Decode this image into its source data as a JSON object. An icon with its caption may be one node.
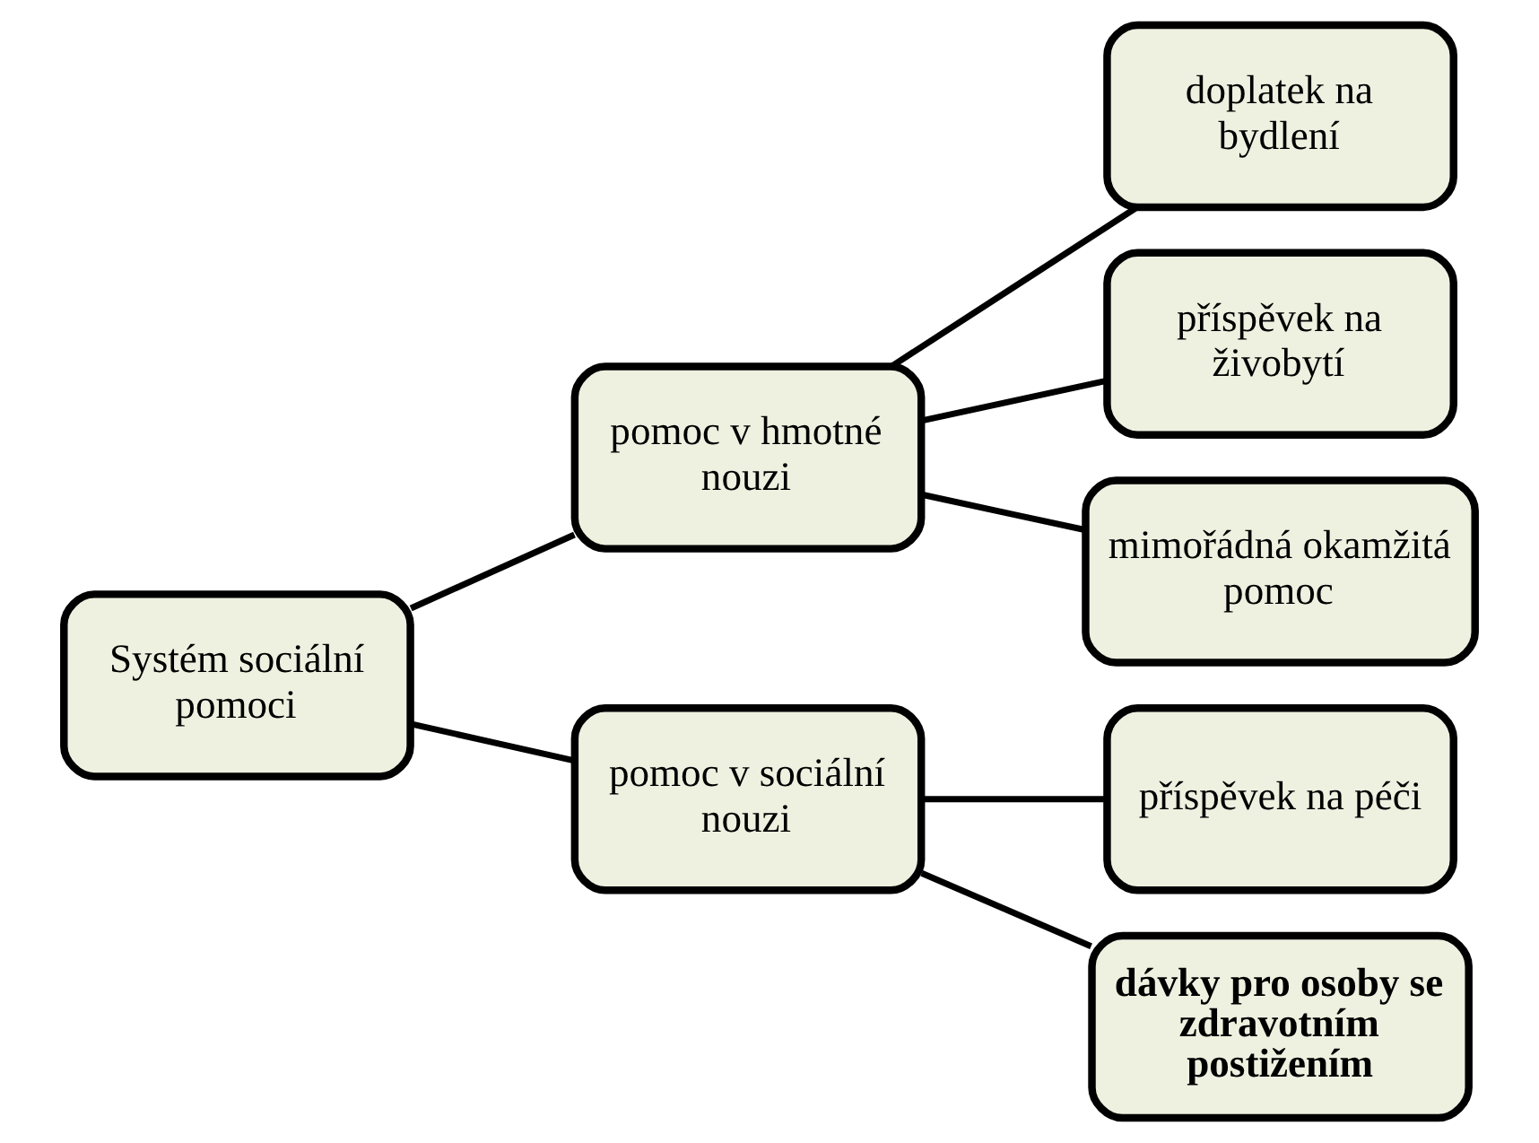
{
  "diagram": {
    "nodes": [
      {
        "text": [
          "Systém sociální pomoci"
        ]
      },
      {
        "text": [
          "pomoc v hmotné nouzi"
        ]
      },
      {
        "text": [
          "doplatek na bydlení"
        ]
      },
      {
        "text": [
          "příspěvek na živobytí"
        ]
      },
      {
        "text": [
          "mimořádná okamžitá pomoc"
        ]
      },
      {
        "text": [
          "pomoc v sociální nouzi"
        ]
      },
      {
        "text": [
          "příspěvek na péči"
        ]
      },
      {
        "text": [
          "dávky pro osoby se zdravotním postižením"
        ]
      }
    ],
    "edges": [
      {
        "from": 0,
        "to": 1,
        "arrow": "none"
      },
      {
        "from": 0,
        "to": 5,
        "arrow": "none"
      },
      {
        "from": 1,
        "to": 2,
        "arrow": "none"
      },
      {
        "from": 1,
        "to": 3,
        "arrow": "none"
      },
      {
        "from": 1,
        "to": 4,
        "arrow": "none"
      },
      {
        "from": 5,
        "to": 6,
        "arrow": "none"
      },
      {
        "from": 5,
        "to": 7,
        "arrow": "none"
      }
    ]
  }
}
